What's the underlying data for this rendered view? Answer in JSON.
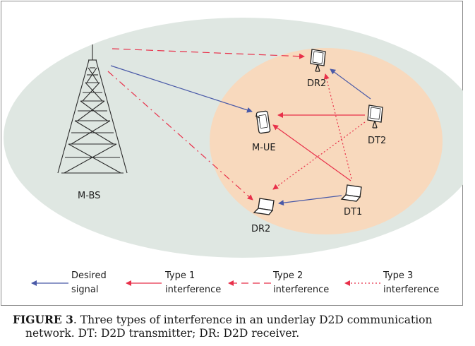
{
  "colors": {
    "outer_cell_fill": "#dfe7e2",
    "inner_cell_fill": "#f8d9bd",
    "desired_signal": "#4a5aa8",
    "interference": "#e8304a",
    "frame": "#8a8a8a",
    "device": "#1e1e1e"
  },
  "nodes": {
    "mbs_label": "M-BS",
    "mue_label": "M-UE",
    "dr2_top_label": "DR2",
    "dt2_label": "DT2",
    "dt1_label": "DT1",
    "dr2_bottom_label": "DR2"
  },
  "legend": {
    "desired_l1": "Desired",
    "desired_l2": "signal",
    "type1_l1": "Type 1",
    "type1_l2": "interference",
    "type2_l1": "Type 2",
    "type2_l2": "interference",
    "type3_l1": "Type 3",
    "type3_l2": "interference"
  },
  "caption": {
    "figure_label": "FIGURE 3",
    "text_line1": ". Three types of interference in an underlay D2D communication",
    "text_line2": "network. DT: D2D transmitter; DR: D2D receiver."
  },
  "icons": [
    "tower-icon",
    "phone-icon",
    "laptop-icon",
    "display-icon"
  ]
}
